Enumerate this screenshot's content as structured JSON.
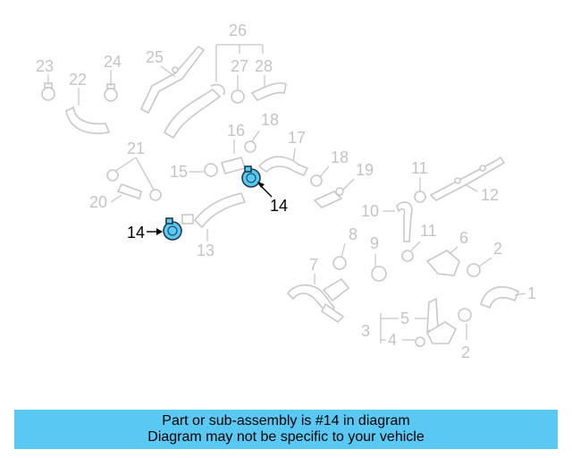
{
  "labels": {
    "n1": "1",
    "n2a": "2",
    "n2b": "2",
    "n3": "3",
    "n4": "4",
    "n5": "5",
    "n6": "6",
    "n7": "7",
    "n8": "8",
    "n9": "9",
    "n10": "10",
    "n11a": "11",
    "n11b": "11",
    "n12": "12",
    "n13": "13",
    "n14a": "14",
    "n14b": "14",
    "n15": "15",
    "n16": "16",
    "n17": "17",
    "n18a": "18",
    "n18b": "18",
    "n19": "19",
    "n20": "20",
    "n21": "21",
    "n22": "22",
    "n23": "23",
    "n24": "24",
    "n25": "25",
    "n26": "26",
    "n27": "27",
    "n28": "28"
  },
  "banner": {
    "line1": "Part or sub-assembly is #14 in diagram",
    "line2": "Diagram may not be specific to your vehicle"
  },
  "colors": {
    "highlight": "#59c8f2",
    "muted_part": "#c8c8c8",
    "banner_bg": "#59c8f2"
  }
}
